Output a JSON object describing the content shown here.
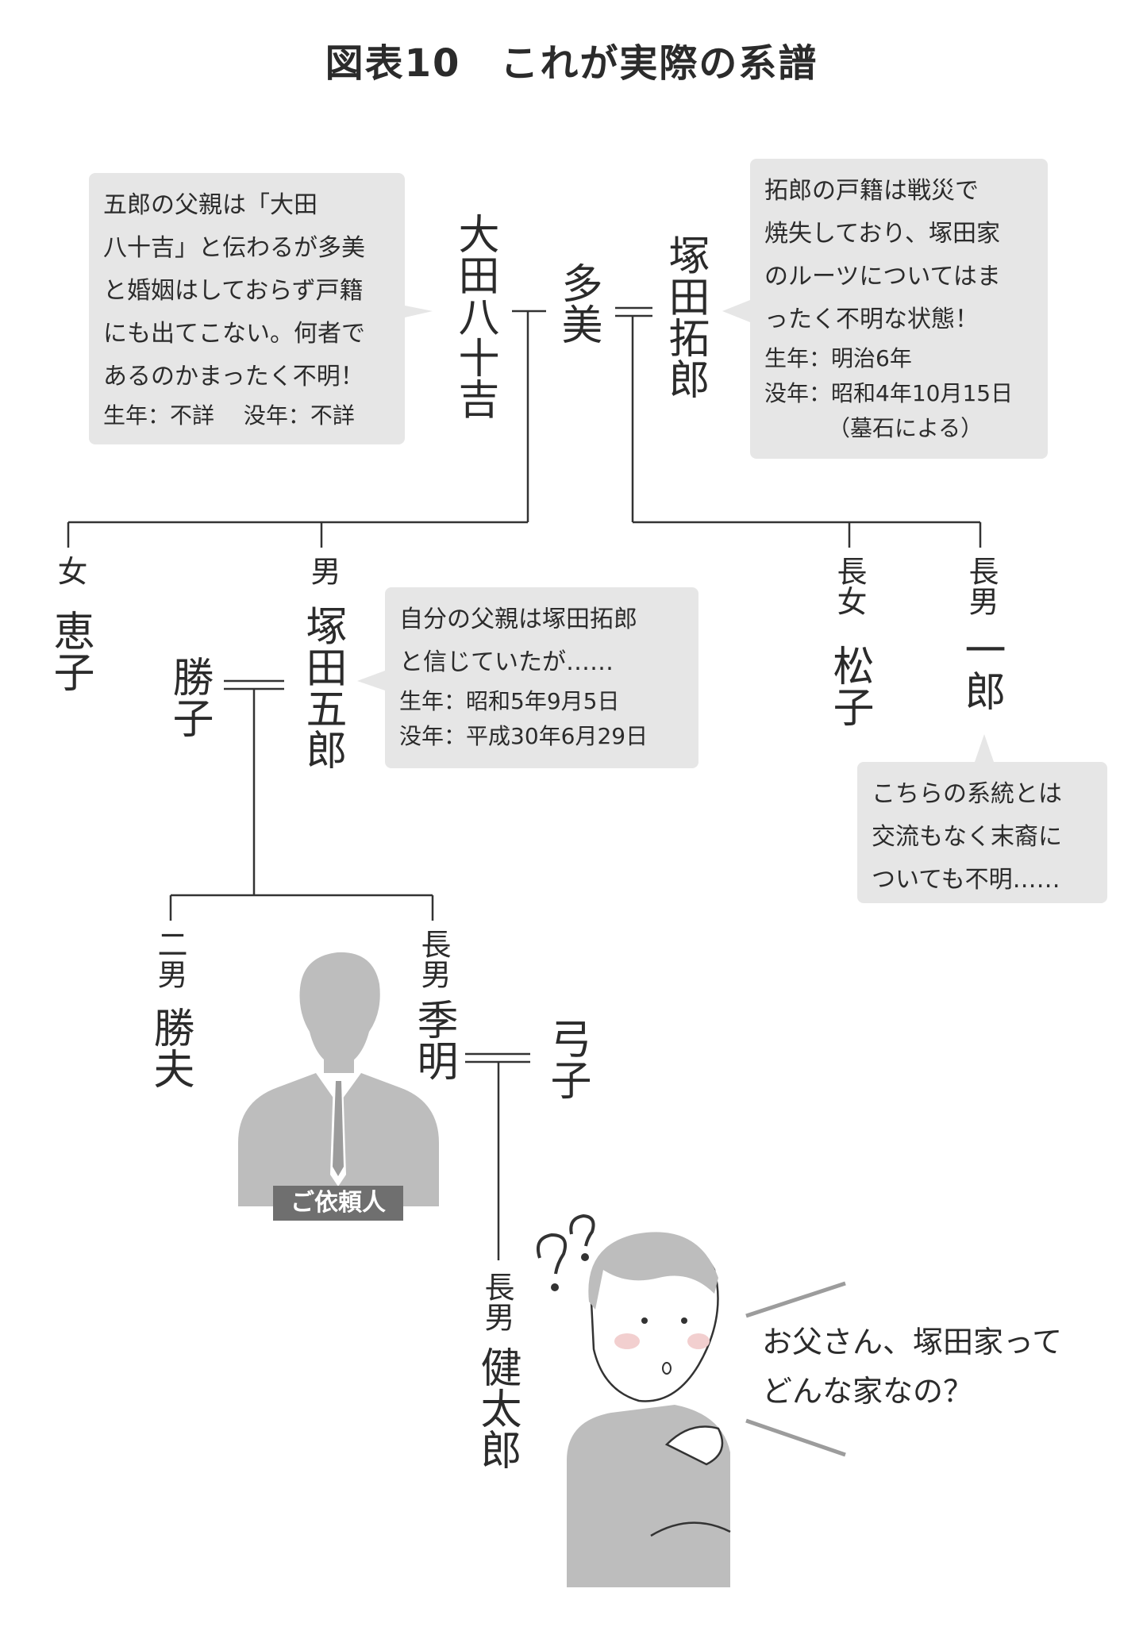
{
  "title": "図表10　これが実際の系譜",
  "people": {
    "ota_yasokichi": "大田八十吉",
    "tami": "多美",
    "tsukada_takuro": "塚田拓郎",
    "keiko_rel": "女",
    "keiko_name": "恵子",
    "goro_rel": "男",
    "goro_name": "塚田五郎",
    "katsuko": "勝子",
    "matsuko_rel": "長女",
    "matsuko_name": "松子",
    "ichiro_rel": "長男",
    "ichiro_name": "一郎",
    "katsuo_rel": "二男",
    "katsuo_name": "勝夫",
    "toshiaki_rel": "長男",
    "toshiaki_name": "季明",
    "yumiko": "弓子",
    "kentaro_rel": "長男",
    "kentaro_name": "健太郎"
  },
  "notes": {
    "goro_father": {
      "lines": [
        "五郎の父親は「大田",
        "八十吉」と伝わるが多美",
        "と婚姻はしておらず戸籍",
        "にも出てこない。何者で",
        "あるのかまったく不明！"
      ],
      "dates": "生年：不詳　 没年：不詳"
    },
    "takuro": {
      "lines": [
        "拓郎の戸籍は戦災で",
        "焼失しており、塚田家",
        "のルーツについてはま",
        "ったく不明な状態！"
      ],
      "birth": "生年：明治6年",
      "death": "没年：昭和4年10月15日",
      "source": "（墓石による）"
    },
    "goro": {
      "lines": [
        "自分の父親は塚田拓郎",
        "と信じていたが……"
      ],
      "birth": "生年：昭和5年9月5日",
      "death": "没年：平成30年6月29日"
    },
    "ichiro_line": {
      "lines": [
        "こちらの系統とは",
        "交流もなく末裔に",
        "ついても不明……"
      ]
    }
  },
  "client_label": "ご依頼人",
  "speech": [
    "お父さん、塚田家って",
    "どんな家なの？"
  ],
  "colors": {
    "box": "#e6e6e6",
    "line": "#333333",
    "figure": "#bdbdbd",
    "client_label_bg": "#6f6f6f"
  }
}
